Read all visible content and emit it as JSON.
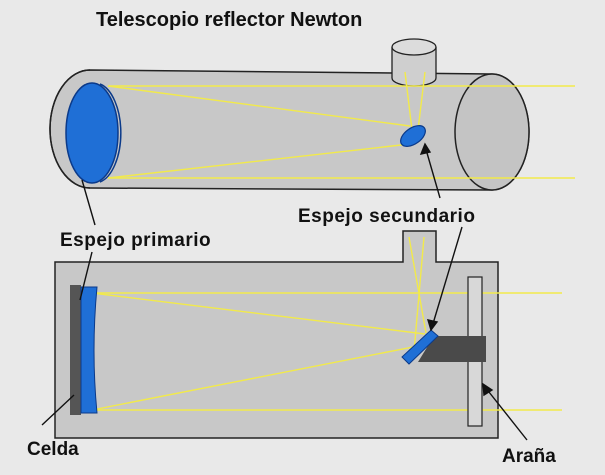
{
  "title": "Telescopio reflector Newton",
  "labels": {
    "secondary_mirror": "Espejo secundario",
    "primary_mirror": "Espejo primario",
    "cell": "Celda",
    "spider": "Araña"
  },
  "colors": {
    "background": "#e9e9e9",
    "tube_fill": "#c8c8c8",
    "tube_stroke": "#222222",
    "light_ray": "#f2ea4a",
    "mirror": "#1f6fd6",
    "mirror_stroke": "#0b3a8a",
    "cell": "#555555",
    "spider": "#4a4a4a"
  }
}
